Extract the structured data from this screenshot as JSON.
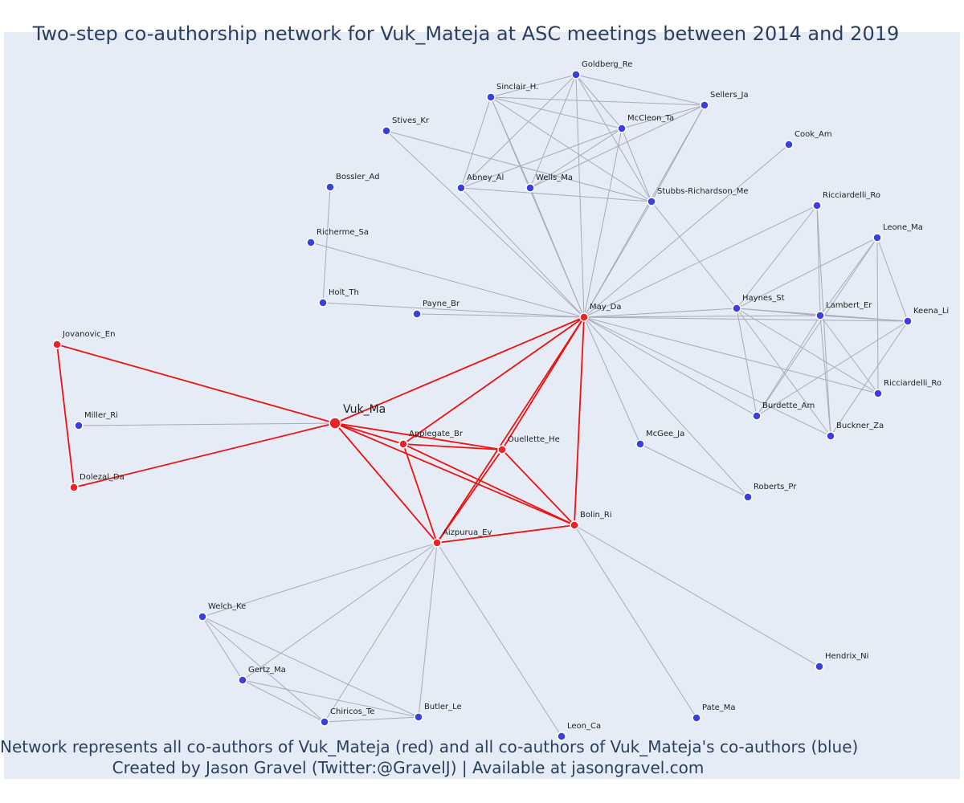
{
  "title": "Two-step co-authorship network for Vuk_Mateja at ASC meetings between 2014 and 2019",
  "caption_line1": "Network represents all co-authors of Vuk_Mateja (red) and all co-authors of Vuk_Mateja's co-authors (blue)",
  "caption_line2": "Created by Jason Gravel (Twitter:@GravelJ) | Available at jasongravel.com",
  "colors": {
    "background": "#e5ecf6",
    "first_degree": "#ee2222",
    "second_degree": "#3b3fe0",
    "edge": "#a9a9bd",
    "text": "#2a3f5f"
  },
  "nodes": [
    {
      "id": "Vuk_Ma",
      "group": "ego"
    },
    {
      "id": "Jovanovic_En",
      "group": "red"
    },
    {
      "id": "Dolezal_Da",
      "group": "red"
    },
    {
      "id": "Applegate_Br",
      "group": "red"
    },
    {
      "id": "Ouellette_He",
      "group": "red"
    },
    {
      "id": "May_Da",
      "group": "red"
    },
    {
      "id": "Aizpurua_Ev",
      "group": "red"
    },
    {
      "id": "Bolin_Ri",
      "group": "red"
    },
    {
      "id": "Miller_Ri",
      "group": "blue"
    },
    {
      "id": "Goldberg_Re",
      "group": "blue"
    },
    {
      "id": "Sinclair_H.",
      "group": "blue"
    },
    {
      "id": "Sellers_Ja",
      "group": "blue"
    },
    {
      "id": "McCleon_Ta",
      "group": "blue"
    },
    {
      "id": "Stives_Kr",
      "group": "blue"
    },
    {
      "id": "Cook_Am",
      "group": "blue"
    },
    {
      "id": "Bossler_Ad",
      "group": "blue"
    },
    {
      "id": "Abney_Al",
      "group": "blue"
    },
    {
      "id": "Wells_Ma",
      "group": "blue"
    },
    {
      "id": "Stubbs-Richardson_Me",
      "group": "blue"
    },
    {
      "id": "Ricciardelli_Ro",
      "group": "blue",
      "key": "ricciardelli_ro_top"
    },
    {
      "id": "Leone_Ma",
      "group": "blue"
    },
    {
      "id": "Richerme_Sa",
      "group": "blue"
    },
    {
      "id": "Holt_Th",
      "group": "blue"
    },
    {
      "id": "Payne_Br",
      "group": "blue"
    },
    {
      "id": "Haynes_St",
      "group": "blue"
    },
    {
      "id": "Lambert_Er",
      "group": "blue"
    },
    {
      "id": "Keena_Li",
      "group": "blue"
    },
    {
      "id": "Ricciardelli_Ro",
      "group": "blue",
      "key": "ricciardelli_ro_bottom"
    },
    {
      "id": "Burdette_Am",
      "group": "blue"
    },
    {
      "id": "Buckner_Za",
      "group": "blue"
    },
    {
      "id": "McGee_Ja",
      "group": "blue"
    },
    {
      "id": "Roberts_Pr",
      "group": "blue"
    },
    {
      "id": "Welch_Ke",
      "group": "blue"
    },
    {
      "id": "Gertz_Ma",
      "group": "blue"
    },
    {
      "id": "Chiricos_Te",
      "group": "blue"
    },
    {
      "id": "Butler_Le",
      "group": "blue"
    },
    {
      "id": "Leon_Ca",
      "group": "blue"
    },
    {
      "id": "Pate_Ma",
      "group": "blue"
    },
    {
      "id": "Hendrix_Ni",
      "group": "blue"
    }
  ],
  "edges": [
    [
      "Vuk_Ma",
      "Jovanovic_En",
      "red"
    ],
    [
      "Vuk_Ma",
      "Dolezal_Da",
      "red"
    ],
    [
      "Jovanovic_En",
      "Dolezal_Da",
      "red"
    ],
    [
      "Vuk_Ma",
      "May_Da",
      "red"
    ],
    [
      "Vuk_Ma",
      "Applegate_Br",
      "red"
    ],
    [
      "Vuk_Ma",
      "Ouellette_He",
      "red"
    ],
    [
      "Vuk_Ma",
      "Aizpurua_Ev",
      "red"
    ],
    [
      "Vuk_Ma",
      "Bolin_Ri",
      "red"
    ],
    [
      "Applegate_Br",
      "May_Da",
      "red"
    ],
    [
      "Applegate_Br",
      "Ouellette_He",
      "red"
    ],
    [
      "Applegate_Br",
      "Aizpurua_Ev",
      "red"
    ],
    [
      "Applegate_Br",
      "Bolin_Ri",
      "red"
    ],
    [
      "Ouellette_He",
      "May_Da",
      "red"
    ],
    [
      "Ouellette_He",
      "Aizpurua_Ev",
      "red"
    ],
    [
      "Ouellette_He",
      "Bolin_Ri",
      "red"
    ],
    [
      "May_Da",
      "Aizpurua_Ev",
      "red"
    ],
    [
      "May_Da",
      "Bolin_Ri",
      "red"
    ],
    [
      "Aizpurua_Ev",
      "Bolin_Ri",
      "red"
    ],
    [
      "Vuk_Ma",
      "Miller_Ri",
      "blue"
    ],
    [
      "May_Da",
      "Sinclair_H.",
      "blue"
    ],
    [
      "May_Da",
      "Goldberg_Re",
      "blue"
    ],
    [
      "May_Da",
      "McCleon_Ta",
      "blue"
    ],
    [
      "May_Da",
      "Sellers_Ja",
      "blue"
    ],
    [
      "May_Da",
      "Stives_Kr",
      "blue"
    ],
    [
      "May_Da",
      "Abney_Al",
      "blue"
    ],
    [
      "May_Da",
      "Wells_Ma",
      "blue"
    ],
    [
      "May_Da",
      "Stubbs-Richardson_Me",
      "blue"
    ],
    [
      "May_Da",
      "Cook_Am",
      "blue"
    ],
    [
      "May_Da",
      "Richerme_Sa",
      "blue"
    ],
    [
      "May_Da",
      "Holt_Th",
      "blue"
    ],
    [
      "May_Da",
      "Payne_Br",
      "blue"
    ],
    [
      "May_Da",
      "Haynes_St",
      "blue"
    ],
    [
      "May_Da",
      "Lambert_Er",
      "blue"
    ],
    [
      "May_Da",
      "Keena_Li",
      "blue"
    ],
    [
      "May_Da",
      "ricciardelli_ro_top",
      "blue"
    ],
    [
      "May_Da",
      "ricciardelli_ro_bottom",
      "blue"
    ],
    [
      "May_Da",
      "Burdette_Am",
      "blue"
    ],
    [
      "May_Da",
      "Buckner_Za",
      "blue"
    ],
    [
      "May_Da",
      "McGee_Ja",
      "blue"
    ],
    [
      "May_Da",
      "Roberts_Pr",
      "blue"
    ],
    [
      "Goldberg_Re",
      "Sinclair_H.",
      "blue"
    ],
    [
      "Goldberg_Re",
      "Sellers_Ja",
      "blue"
    ],
    [
      "Goldberg_Re",
      "Abney_Al",
      "blue"
    ],
    [
      "Goldberg_Re",
      "Wells_Ma",
      "blue"
    ],
    [
      "Goldberg_Re",
      "McCleon_Ta",
      "blue"
    ],
    [
      "Goldberg_Re",
      "Stubbs-Richardson_Me",
      "blue"
    ],
    [
      "Sinclair_H.",
      "Sellers_Ja",
      "blue"
    ],
    [
      "Sinclair_H.",
      "McCleon_Ta",
      "blue"
    ],
    [
      "Sinclair_H.",
      "Abney_Al",
      "blue"
    ],
    [
      "Sinclair_H.",
      "Wells_Ma",
      "blue"
    ],
    [
      "Sinclair_H.",
      "Stubbs-Richardson_Me",
      "blue"
    ],
    [
      "Sellers_Ja",
      "Wells_Ma",
      "blue"
    ],
    [
      "Sellers_Ja",
      "Stubbs-Richardson_Me",
      "blue"
    ],
    [
      "Sellers_Ja",
      "McCleon_Ta",
      "blue"
    ],
    [
      "McCleon_Ta",
      "Abney_Al",
      "blue"
    ],
    [
      "McCleon_Ta",
      "Wells_Ma",
      "blue"
    ],
    [
      "McCleon_Ta",
      "Stubbs-Richardson_Me",
      "blue"
    ],
    [
      "Abney_Al",
      "Stubbs-Richardson_Me",
      "blue"
    ],
    [
      "Stives_Kr",
      "Stubbs-Richardson_Me",
      "blue"
    ],
    [
      "Stubbs-Richardson_Me",
      "Haynes_St",
      "blue"
    ],
    [
      "Bossler_Ad",
      "Holt_Th",
      "blue"
    ],
    [
      "ricciardelli_ro_top",
      "Haynes_St",
      "blue"
    ],
    [
      "ricciardelli_ro_top",
      "Lambert_Er",
      "blue"
    ],
    [
      "ricciardelli_ro_top",
      "Buckner_Za",
      "blue"
    ],
    [
      "Leone_Ma",
      "Haynes_St",
      "blue"
    ],
    [
      "Leone_Ma",
      "Lambert_Er",
      "blue"
    ],
    [
      "Leone_Ma",
      "Keena_Li",
      "blue"
    ],
    [
      "Leone_Ma",
      "Burdette_Am",
      "blue"
    ],
    [
      "Leone_Ma",
      "ricciardelli_ro_bottom",
      "blue"
    ],
    [
      "Haynes_St",
      "Lambert_Er",
      "blue"
    ],
    [
      "Haynes_St",
      "Keena_Li",
      "blue"
    ],
    [
      "Haynes_St",
      "Burdette_Am",
      "blue"
    ],
    [
      "Haynes_St",
      "Buckner_Za",
      "blue"
    ],
    [
      "Haynes_St",
      "ricciardelli_ro_bottom",
      "blue"
    ],
    [
      "Lambert_Er",
      "Keena_Li",
      "blue"
    ],
    [
      "Lambert_Er",
      "Burdette_Am",
      "blue"
    ],
    [
      "Lambert_Er",
      "Buckner_Za",
      "blue"
    ],
    [
      "Lambert_Er",
      "ricciardelli_ro_bottom",
      "blue"
    ],
    [
      "Keena_Li",
      "Burdette_Am",
      "blue"
    ],
    [
      "Keena_Li",
      "Buckner_Za",
      "blue"
    ],
    [
      "McGee_Ja",
      "Roberts_Pr",
      "blue"
    ],
    [
      "Aizpurua_Ev",
      "Welch_Ke",
      "blue"
    ],
    [
      "Aizpurua_Ev",
      "Gertz_Ma",
      "blue"
    ],
    [
      "Aizpurua_Ev",
      "Chiricos_Te",
      "blue"
    ],
    [
      "Aizpurua_Ev",
      "Butler_Le",
      "blue"
    ],
    [
      "Aizpurua_Ev",
      "Leon_Ca",
      "blue"
    ],
    [
      "Bolin_Ri",
      "Pate_Ma",
      "blue"
    ],
    [
      "Bolin_Ri",
      "Hendrix_Ni",
      "blue"
    ],
    [
      "Welch_Ke",
      "Gertz_Ma",
      "blue"
    ],
    [
      "Welch_Ke",
      "Chiricos_Te",
      "blue"
    ],
    [
      "Welch_Ke",
      "Butler_Le",
      "blue"
    ],
    [
      "Gertz_Ma",
      "Chiricos_Te",
      "blue"
    ],
    [
      "Gertz_Ma",
      "Butler_Le",
      "blue"
    ],
    [
      "Chiricos_Te",
      "Butler_Le",
      "blue"
    ]
  ]
}
